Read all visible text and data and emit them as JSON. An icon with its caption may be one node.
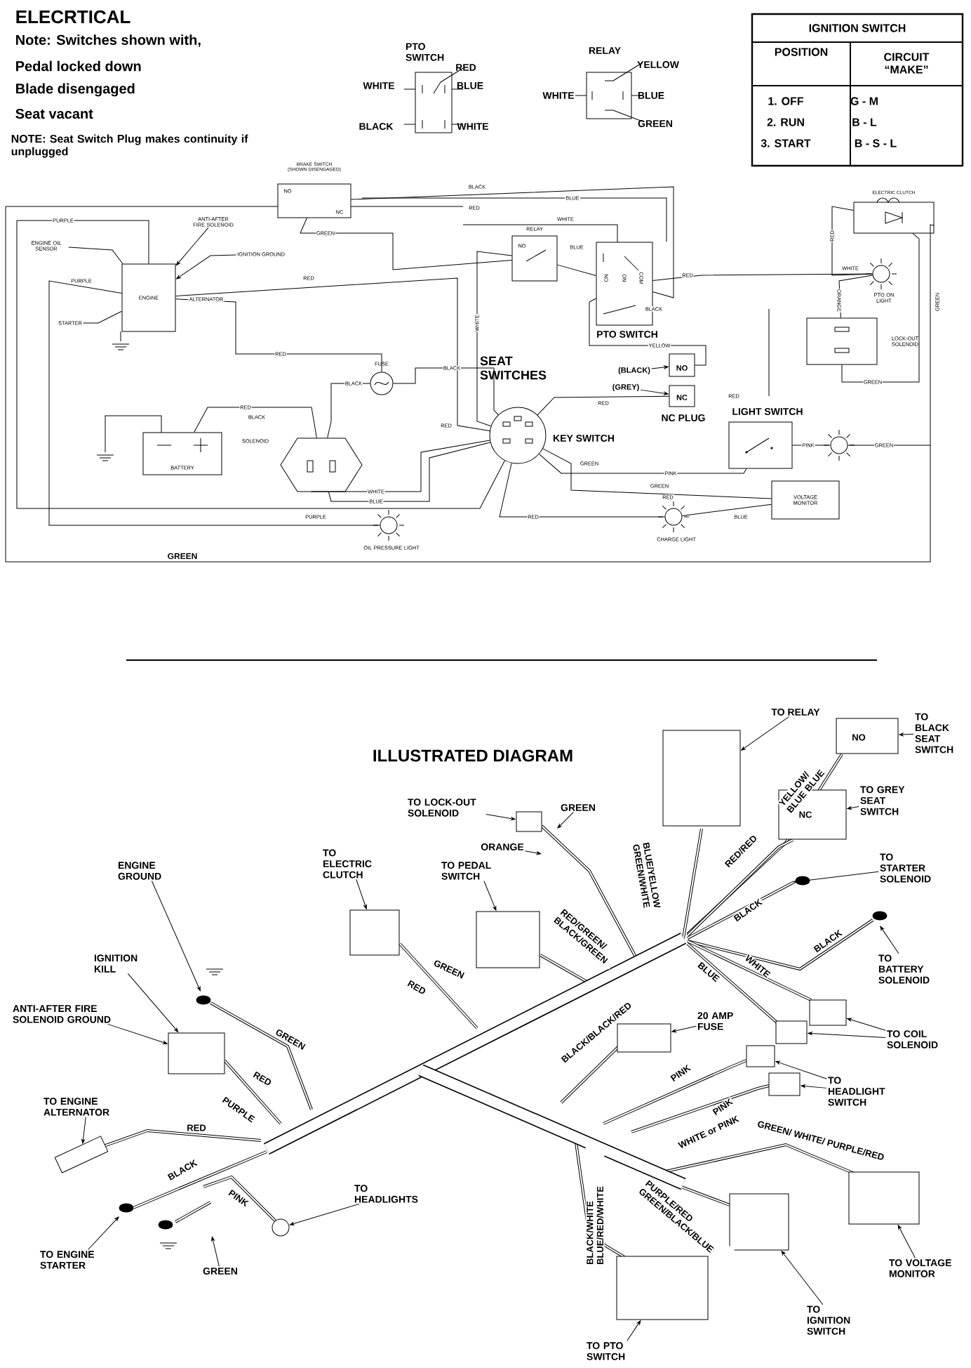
{
  "diagram": {
    "title": "ELECRTICAL",
    "nodes": [
      {
        "text": [
          "BRAKE SWITCH (SHOWN DISENGAGED)",
          "NO",
          "NC"
        ]
      },
      {
        "text": [
          "ENGINE"
        ]
      },
      {
        "text": [
          "ENGINE OIL SENSOR"
        ]
      },
      {
        "text": [
          "ANTI-AFTER FIRE SOLENOID"
        ]
      },
      {
        "text": [
          "IGNITION GROUND"
        ]
      },
      {
        "text": [
          "STARTER"
        ]
      },
      {
        "text": [
          "BATTERY"
        ]
      },
      {
        "text": [
          "SOLENOID"
        ]
      },
      {
        "text": [
          "FUSE"
        ]
      },
      {
        "text": [
          "RELAY",
          "NO"
        ]
      },
      {
        "text": [
          "PTO SWITCH",
          "NO",
          "ON",
          "COM"
        ]
      },
      {
        "text": [
          "NO"
        ]
      },
      {
        "text": [
          "(BLACK)"
        ]
      },
      {
        "text": [
          "NC"
        ],
        "beside": [
          "NC PLUG"
        ]
      },
      {
        "text": [
          "(GREY)"
        ]
      },
      {
        "text": [
          "KEY SWITCH"
        ]
      },
      {
        "text": [
          "LIGHT SWITCH"
        ]
      },
      {
        "text": [],
        "shape": "circle"
      },
      {
        "text": [
          "VOLTAGE MONITOR"
        ]
      },
      {
        "text": [
          "CHARGE LIGHT"
        ]
      },
      {
        "text": [
          "OIL PRESSURE LIGHT"
        ]
      },
      {
        "text": [
          "ELECTRIC CLUTCH"
        ]
      },
      {
        "text": [
          "PTO ON LIGHT"
        ]
      },
      {
        "text": [
          "LOCK-OUT SOLENOID"
        ]
      },
      {
        "text": [
          "PTO SWITCH"
        ],
        "beside": [
          "WHITE",
          "RED",
          "BLUE",
          "BLACK",
          "WHITE"
        ]
      },
      {
        "text": [
          "RELAY"
        ],
        "beside": [
          "YELLOW",
          "WHITE",
          "BLUE",
          "GREEN"
        ]
      },
      {
        "text": [
          "TO RELAY"
        ]
      },
      {
        "text": [
          "TO BLACK SEAT SWITCH"
        ]
      },
      {
        "text": [
          "TO GREY SEAT SWITCH"
        ]
      },
      {
        "text": [
          "TO LOCK-OUT SOLENOID"
        ]
      },
      {
        "text": [
          "GREEN"
        ]
      },
      {
        "text": [
          "ORANGE"
        ]
      },
      {
        "text": [
          "TO PEDAL SWITCH"
        ]
      },
      {
        "text": [
          "TO ELECTRIC CLUTCH"
        ]
      },
      {
        "text": [
          "ENGINE GROUND"
        ]
      },
      {
        "text": [
          "IGNITION KILL"
        ]
      },
      {
        "text": [
          "ANTI-AFTER FIRE SOLENOID GROUND"
        ]
      },
      {
        "text": [
          "TO ENGINE ALTERNATOR"
        ]
      },
      {
        "text": [
          "TO ENGINE STARTER"
        ]
      },
      {
        "text": [
          "GREEN"
        ]
      },
      {
        "text": [
          "TO HEADLIGHTS"
        ]
      },
      {
        "text": [
          "TO STARTER SOLENOID"
        ]
      },
      {
        "text": [
          "TO BATTERY SOLENOID"
        ]
      },
      {
        "text": [
          "TO COIL SOLENOID"
        ]
      },
      {
        "text": [
          "20 AMP FUSE"
        ]
      },
      {
        "text": [
          "TO HEADLIGHT SWITCH"
        ]
      },
      {
        "text": [
          "TO IGNITION SWITCH"
        ]
      },
      {
        "text": [
          "TO VOLTAGE MONITOR"
        ]
      },
      {
        "text": [
          "TO PTO SWITCH"
        ]
      },
      {
        "text": [],
        "shape": "box"
      },
      {
        "text": [
          "NO"
        ]
      },
      {
        "text": [
          "NC"
        ]
      },
      {
        "text": [],
        "shape": "box"
      },
      {
        "text": [],
        "shape": "box"
      },
      {
        "text": [],
        "shape": "box"
      },
      {
        "text": [],
        "shape": "box"
      },
      {
        "text": [],
        "shape": "box"
      },
      {
        "text": [],
        "shape": "box"
      },
      {
        "text": [],
        "shape": "circle"
      },
      {
        "text": [],
        "shape": "box"
      },
      {
        "text": [],
        "shape": "box"
      },
      {
        "text": [],
        "shape": "box"
      },
      {
        "text": [],
        "shape": "box"
      },
      {
        "text": [],
        "shape": "box"
      },
      {
        "text": [],
        "shape": "box"
      },
      {
        "text": [],
        "shape": "box"
      }
    ],
    "edges": [
      {
        "from": 0,
        "to": 10,
        "arrow": "none",
        "label": "BLACK"
      },
      {
        "from": 0,
        "to": 9,
        "arrow": "none",
        "label": "GREEN"
      },
      {
        "from": 1,
        "to": 15,
        "arrow": "none",
        "label": "PURPLE"
      },
      {
        "from": 1,
        "to": 20,
        "arrow": "none",
        "label": "PURPLE"
      },
      {
        "from": 1,
        "to": 15,
        "arrow": "none",
        "label": "RED"
      },
      {
        "from": 1,
        "to": 8,
        "arrow": "none",
        "label": "RED"
      },
      {
        "from": 6,
        "to": 7,
        "arrow": "none",
        "label": "RED"
      },
      {
        "from": 8,
        "to": 7,
        "arrow": "none",
        "label": "BLACK"
      },
      {
        "from": 7,
        "to": 15,
        "arrow": "none",
        "label": "WHITE"
      },
      {
        "from": 7,
        "to": 15,
        "arrow": "none",
        "label": "BLUE"
      },
      {
        "from": 8,
        "to": 15,
        "arrow": "none",
        "label": "BLACK"
      },
      {
        "from": 15,
        "to": 9,
        "arrow": "none",
        "label": "WHITE"
      },
      {
        "from": 9,
        "to": 10,
        "arrow": "none",
        "label": "BLUE"
      },
      {
        "from": 10,
        "to": 22,
        "arrow": "none",
        "label": "RED"
      },
      {
        "from": 11,
        "to": 10,
        "arrow": "none",
        "label": "YELLOW"
      },
      {
        "from": 13,
        "to": 15,
        "arrow": "none",
        "label": "RED"
      },
      {
        "from": 15,
        "to": 16,
        "arrow": "none",
        "label": "PINK"
      },
      {
        "from": 16,
        "to": 17,
        "arrow": "none",
        "label": "PINK"
      },
      {
        "from": 17,
        "to": 21,
        "arrow": "none",
        "label": "GREEN"
      },
      {
        "from": 15,
        "to": 18,
        "arrow": "none",
        "label": "GREEN"
      },
      {
        "from": 19,
        "to": 18,
        "arrow": "none",
        "label": "BLUE"
      },
      {
        "from": 15,
        "to": 19,
        "arrow": "none",
        "label": "RED"
      },
      {
        "from": 21,
        "to": 22,
        "arrow": "none",
        "label": "RED"
      },
      {
        "from": 23,
        "to": 22,
        "arrow": "none",
        "label": "ORANGE"
      },
      {
        "from": 23,
        "to": 21,
        "arrow": "none",
        "label": "GREEN"
      },
      {
        "from": 2,
        "to": 1,
        "arrow": "none"
      },
      {
        "from": 3,
        "to": 1,
        "arrow": "to"
      },
      {
        "from": 4,
        "to": 1,
        "arrow": "to"
      },
      {
        "from": 5,
        "to": 1,
        "arrow": "none"
      },
      {
        "from": 12,
        "to": 11,
        "arrow": "to"
      },
      {
        "from": 14,
        "to": 13,
        "arrow": "to"
      },
      {
        "from": 26,
        "to": 49,
        "arrow": "to"
      },
      {
        "from": 27,
        "to": 50,
        "arrow": "to"
      },
      {
        "from": 28,
        "to": 51,
        "arrow": "to"
      },
      {
        "from": 29,
        "to": 52,
        "arrow": "to"
      },
      {
        "from": 30,
        "to": null,
        "arrow": "to"
      },
      {
        "from": 31,
        "to": null,
        "arrow": "to"
      },
      {
        "from": 32,
        "to": 53,
        "arrow": "to"
      },
      {
        "from": 33,
        "to": 54,
        "arrow": "to"
      },
      {
        "from": 34,
        "to": null,
        "arrow": "to"
      },
      {
        "from": 35,
        "to": 55,
        "arrow": "to"
      },
      {
        "from": 36,
        "to": 55,
        "arrow": "to"
      },
      {
        "from": 37,
        "to": 56,
        "arrow": "to"
      },
      {
        "from": 38,
        "to": null,
        "arrow": "to"
      },
      {
        "from": 39,
        "to": null,
        "arrow": "to"
      },
      {
        "from": 40,
        "to": 58,
        "arrow": "to"
      },
      {
        "from": 41,
        "to": null,
        "arrow": "to"
      },
      {
        "from": 42,
        "to": null,
        "arrow": "to"
      },
      {
        "from": 43,
        "to": 64,
        "arrow": "to"
      },
      {
        "from": 43,
        "to": 65,
        "arrow": "to"
      },
      {
        "from": 44,
        "to": 57,
        "arrow": "to"
      },
      {
        "from": 45,
        "to": 62,
        "arrow": "to"
      },
      {
        "from": 45,
        "to": 63,
        "arrow": "to"
      },
      {
        "from": 46,
        "to": 59,
        "arrow": "to"
      },
      {
        "from": 47,
        "to": 60,
        "arrow": "to"
      },
      {
        "from": 48,
        "to": 61,
        "arrow": "to"
      }
    ],
    "labels": [
      "Note: Switches shown with,",
      "Pedal locked down",
      "Blade disengaged",
      "Seat vacant",
      "NOTE: Seat Switch Plug makes continuity if unplugged",
      "IGNITION SWITCH",
      "POSITION",
      "CIRCUIT “MAKE”",
      "1. OFF",
      "G - M",
      "2. RUN",
      "B - L",
      "3. START",
      "B - S - L",
      "ALTERNATOR",
      "SEAT SWITCHES",
      "BLUE",
      "BLACK",
      "WHITE",
      "GREEN",
      "GREEN",
      "GREEN",
      "RED",
      "RED",
      "PURPLE",
      "BLACK",
      "RED",
      "RED",
      "WHITE",
      "ILLUSTRATED DIAGRAM",
      "GREEN",
      "RED",
      "PURPLE",
      "RED",
      "BLACK",
      "PINK",
      "GREEN",
      "RED",
      "RED/GREEN/ BLACK/GREEN",
      "BLUE/YELLOW GREEN/WHITE",
      "YELLOW/ BLUE BLUE",
      "RED/RED",
      "BLACK",
      "BLACK",
      "BLUE",
      "WHITE",
      "BLACK/BLACK/RED",
      "PINK",
      "PINK",
      "WHITE or PINK",
      "GREEN/ WHITE/ PURPLE/RED",
      "BLACK/WHITE BLUE/RED/WHITE",
      "PURPLE/RED GREEN/BLACK/BLUE"
    ]
  }
}
